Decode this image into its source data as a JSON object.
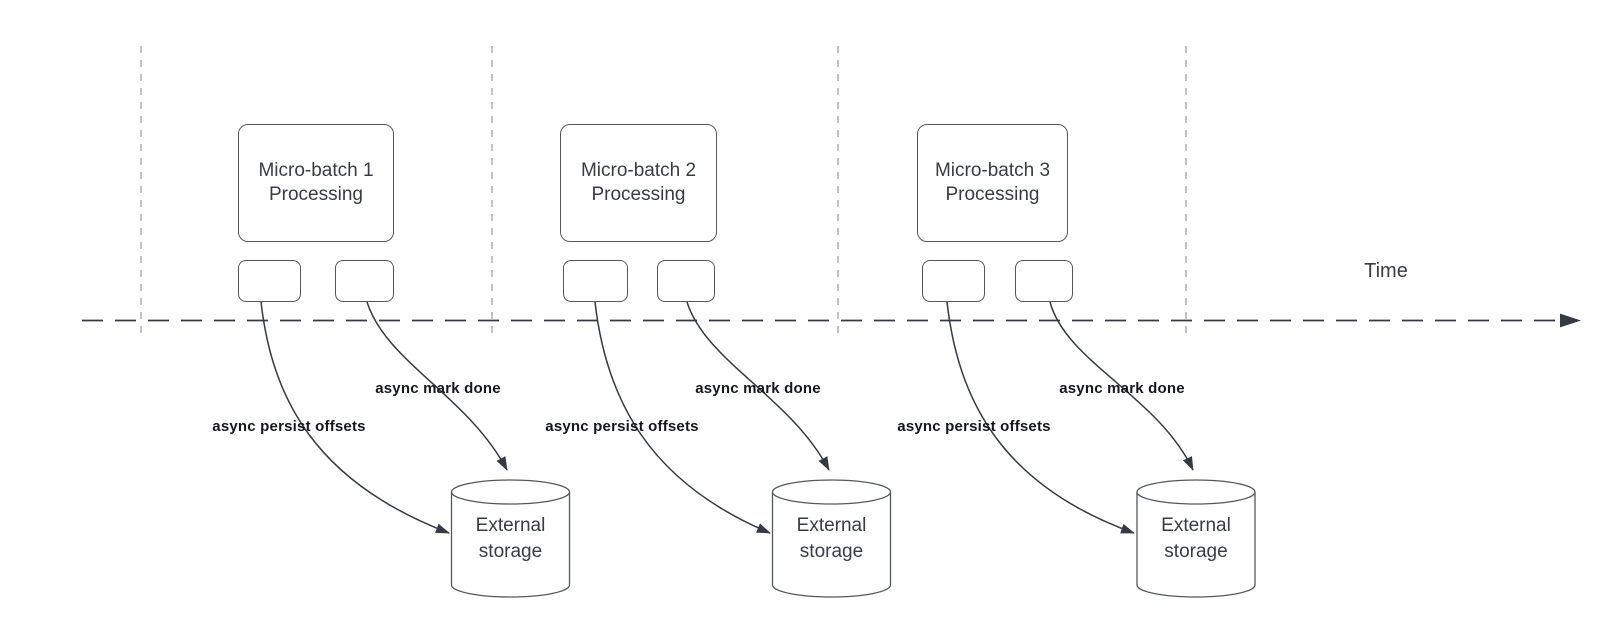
{
  "diagram": {
    "time_axis_label": "Time",
    "batches": [
      {
        "box_label": "Micro-batch 1\nProcessing",
        "persist_label": "async persist offsets",
        "mark_done_label": "async mark done",
        "storage_label": "External\nstorage"
      },
      {
        "box_label": "Micro-batch 2\nProcessing",
        "persist_label": "async persist offsets",
        "mark_done_label": "async mark done",
        "storage_label": "External\nstorage"
      },
      {
        "box_label": "Micro-batch 3\nProcessing",
        "persist_label": "async persist offsets",
        "mark_done_label": "async mark done",
        "storage_label": "External\nstorage"
      }
    ],
    "colors": {
      "line_dark": "#343b46",
      "line_light": "#a8a8a8",
      "node_border": "#54585e",
      "node_text": "#383d45",
      "label_text": "#15171c",
      "canvas": "#ffffff"
    }
  }
}
